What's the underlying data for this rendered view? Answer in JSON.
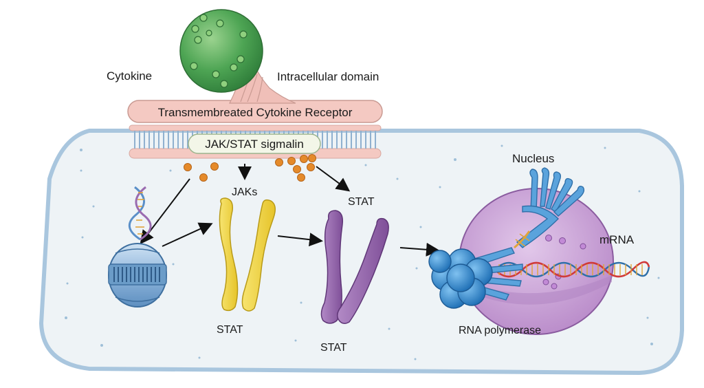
{
  "labels": {
    "cytokine": "Cytokine",
    "intracellular_domain": "Intracellular domain",
    "receptor": "Transmembreated Cytokine Receptor",
    "jakstat_box": "JAK/STAT sigmalin",
    "jaks": "JAKs",
    "stat_top": "STAT",
    "nucleus": "Nucleus",
    "mrna": "mRNA",
    "stat_yellow": "STAT",
    "stat_purple": "STAT",
    "rna_polymerase": "RNA polymerase"
  },
  "colors": {
    "cytokine_green": "#3f9a4a",
    "membrane_pink": "#f4c9c2",
    "cell_fill": "#eef3f6",
    "cell_border": "#a9c6de",
    "jak_yellow": "#f3d84a",
    "stat_purple": "#9a6bb0",
    "nucleus_purple": "#c9a2d3",
    "polymerase_blue": "#3a8fd0",
    "phosphate_orange": "#e58a2a",
    "mrna_red": "#d03a3a"
  }
}
